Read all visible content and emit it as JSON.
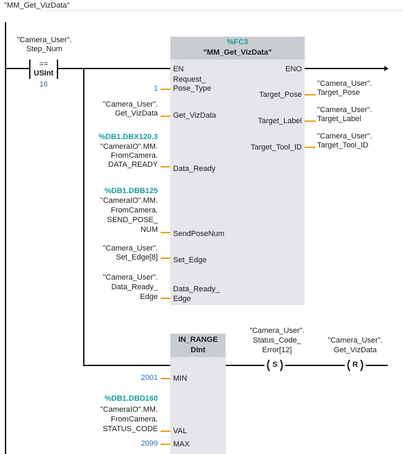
{
  "network": {
    "title": "\"MM_Get_VizData\""
  },
  "contact": {
    "operand_line1": "\"Camera_User\".",
    "operand_line2": "Step_Num",
    "comparator": "==",
    "type": "USInt",
    "value": "16"
  },
  "fc_block": {
    "number": "%FC3",
    "name": "\"MM_Get_VizData\"",
    "en": "EN",
    "eno": "ENO",
    "inputs": [
      {
        "param_line1": "Request_",
        "param_line2": "Pose_Type",
        "arg_lines": [
          "1"
        ],
        "address": ""
      },
      {
        "param_line1": "Get_VizData",
        "param_line2": "",
        "arg_lines": [
          "\"Camera_User\".",
          "Get_VizData"
        ],
        "address": ""
      },
      {
        "param_line1": "Data_Ready",
        "param_line2": "",
        "arg_lines": [
          "\"CameraIO\".MM.",
          "FromCamera.",
          "DATA_READY"
        ],
        "address": "%DB1.DBX120.3"
      },
      {
        "param_line1": "SendPoseNum",
        "param_line2": "",
        "arg_lines": [
          "\"CameraIO\".MM.",
          "FromCamera.",
          "SEND_POSE_",
          "NUM"
        ],
        "address": "%DB1.DBB125"
      },
      {
        "param_line1": "Set_Edge",
        "param_line2": "",
        "arg_lines": [
          "\"Camera_User\".",
          "Set_Edge[8]"
        ],
        "address": ""
      },
      {
        "param_line1": "Data_Ready_",
        "param_line2": "Edge",
        "arg_lines": [
          "\"Camera_User\".",
          "Data_Ready_",
          "Edge"
        ],
        "address": ""
      }
    ],
    "outputs": [
      {
        "param": "Target_Pose",
        "arg_lines": [
          "\"Camera_User\".",
          "Target_Pose"
        ]
      },
      {
        "param": "Target_Label",
        "arg_lines": [
          "\"Camera_User\".",
          "Target_Label"
        ]
      },
      {
        "param": "Target_Tool_ID",
        "arg_lines": [
          "\"Camera_User\".",
          "Target_Tool_ID"
        ]
      }
    ]
  },
  "in_range": {
    "name": "IN_RANGE",
    "type": "DInt",
    "min_label": "MIN",
    "val_label": "VAL",
    "max_label": "MAX",
    "min_value": "2001",
    "max_value": "2099",
    "val_address": "%DB1.DBD160",
    "val_lines": [
      "\"CameraIO\".MM.",
      "FromCamera.",
      "STATUS_CODE"
    ]
  },
  "set_coil": {
    "symbol": "S",
    "operand_lines": [
      "\"Camera_User\".",
      "Status_Code_",
      "Error[12]"
    ]
  },
  "reset_coil": {
    "symbol": "R",
    "operand_lines": [
      "\"Camera_User\".",
      "Get_VizData"
    ]
  },
  "colors": {
    "address": "#1a9c9c",
    "constant": "#2e6bb5",
    "pin": "#f0a020",
    "block": "#e4e6e9"
  }
}
